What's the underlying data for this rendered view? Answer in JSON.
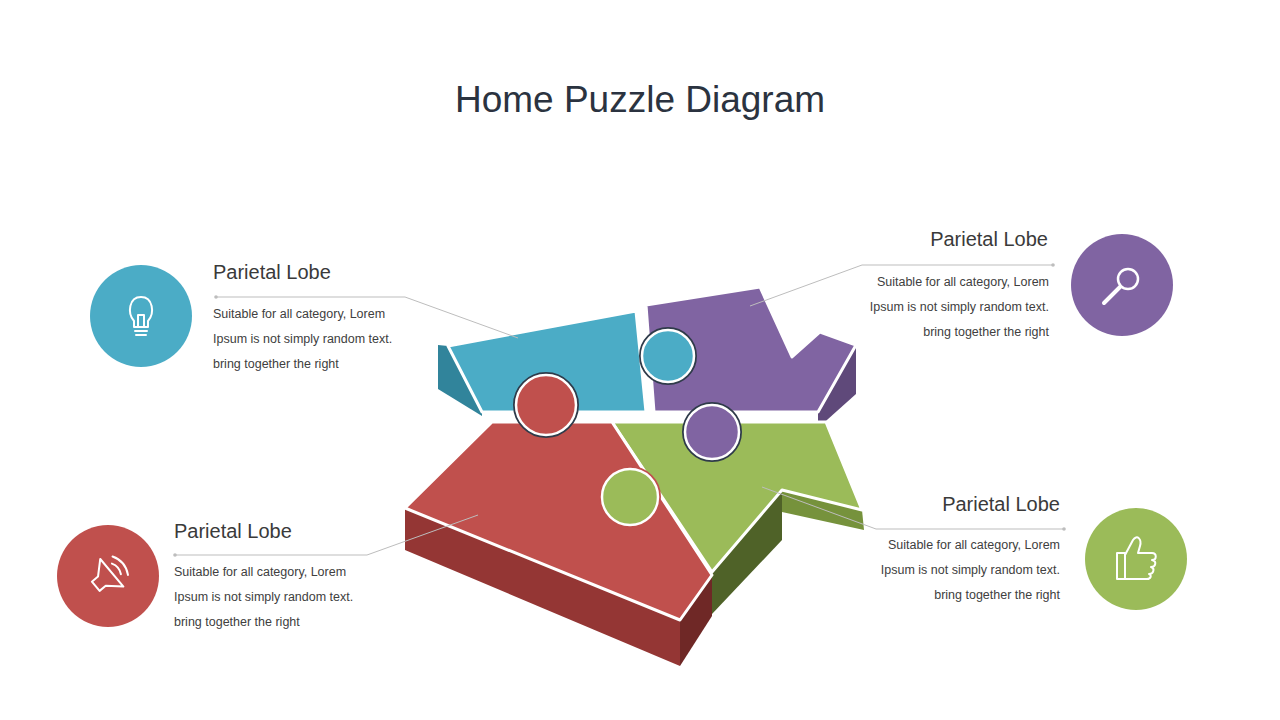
{
  "diagram": {
    "title": "Home Puzzle Diagram",
    "nodes": [
      {
        "text": [
          "Parietal Lobe",
          "Suitable for all category, Lorem Ipsum is not simply random text. bring together the right"
        ]
      },
      {
        "text": [
          "Parietal Lobe",
          "Suitable for all category, Lorem Ipsum is not simply random text. bring together the right"
        ]
      },
      {
        "text": [
          "Parietal Lobe",
          "Suitable for all category, Lorem Ipsum is not simply random text. bring together the right"
        ]
      },
      {
        "text": [
          "Parietal Lobe",
          "Suitable for all category, Lorem Ipsum is not simply random text. bring together the right"
        ]
      }
    ],
    "edges": []
  }
}
